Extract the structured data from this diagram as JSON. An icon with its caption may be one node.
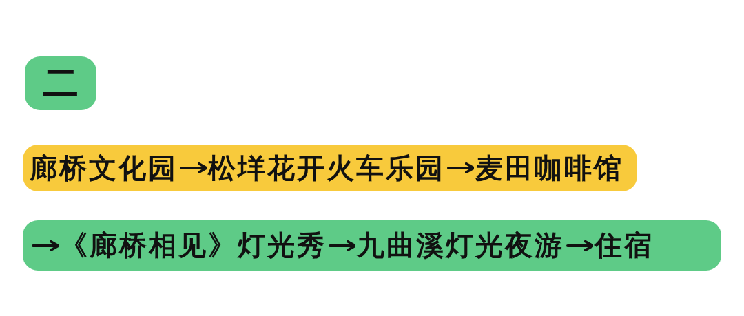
{
  "diagram": {
    "nodes": [
      {
        "text": [
          "二"
        ]
      },
      {
        "text": [],
        "shape": "bar"
      },
      {
        "text": [
          "廊桥文化园"
        ],
        "in": 1
      },
      {
        "text": [
          "松垟花开火车乐园"
        ],
        "in": 1
      },
      {
        "text": [
          "麦田咖啡馆"
        ],
        "in": 1
      },
      {
        "text": [],
        "shape": "bar"
      },
      {
        "text": [
          "《廊桥相见》灯光秀"
        ],
        "in": 5
      },
      {
        "text": [
          "九曲溪灯光夜游"
        ],
        "in": 5
      },
      {
        "text": [
          "住宿"
        ],
        "in": 5
      }
    ],
    "edges": [
      {
        "from": 2,
        "to": 3,
        "arrow": "to"
      },
      {
        "from": 3,
        "to": 4,
        "arrow": "to"
      },
      {
        "from": null,
        "to": 6,
        "arrow": "to"
      },
      {
        "from": 6,
        "to": 7,
        "arrow": "to"
      },
      {
        "from": 7,
        "to": 8,
        "arrow": "to"
      }
    ]
  }
}
